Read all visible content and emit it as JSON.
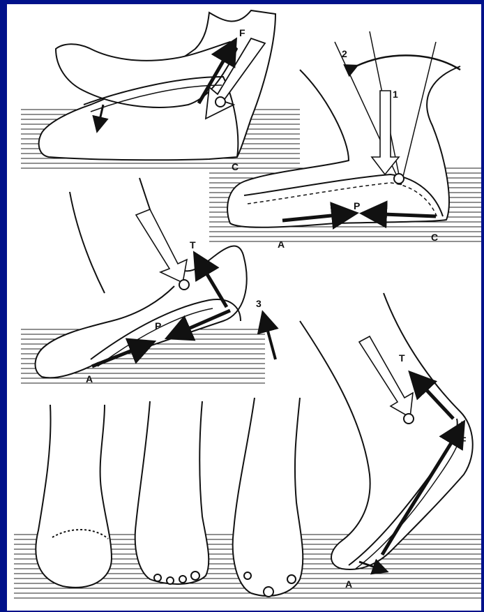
{
  "figure": {
    "labels": {
      "f_top": "F",
      "c_top": "C",
      "two": "2",
      "one": "1",
      "p_mid": "P",
      "a_mid": "A",
      "c_mid": "C",
      "t_left": "T",
      "p_left": "P",
      "a_left": "A",
      "three": "3",
      "t_right": "T",
      "f_right": "F",
      "a_right": "A"
    },
    "colors": {
      "background": "#00118a",
      "ink": "#111111",
      "paper": "#ffffff"
    }
  }
}
